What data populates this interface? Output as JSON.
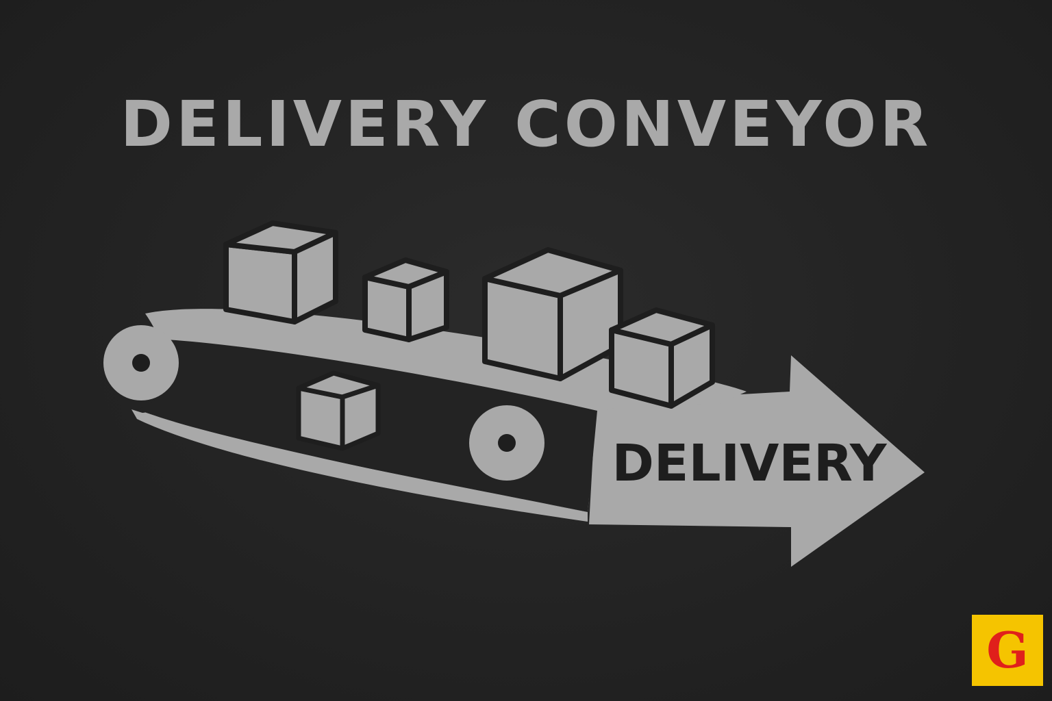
{
  "title": "DELIVERY CONVEYOR",
  "arrow_label": "DELIVERY",
  "logo_letter": "G",
  "colors": {
    "background": "#242424",
    "shape": "#a9a9a9",
    "outline": "#1e1e1e",
    "logo_background": "#f5c400",
    "logo_letter": "#e0201b"
  },
  "icons": [
    "conveyor-belt-icon",
    "package-box-icon",
    "roller-icon",
    "delivery-arrow-icon"
  ]
}
